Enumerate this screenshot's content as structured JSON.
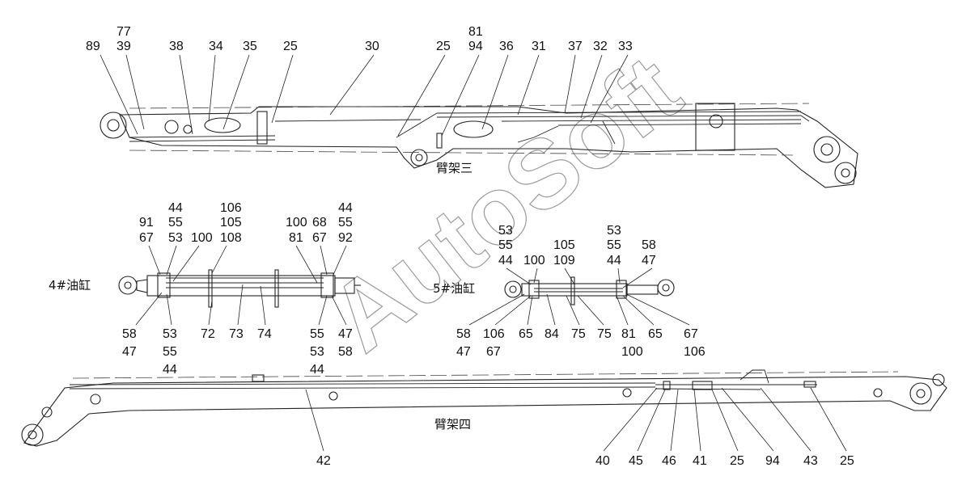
{
  "watermark": "AutoSoft",
  "arm3": {
    "caption": "臂架三",
    "labels": [
      "89",
      "77",
      "39",
      "38",
      "34",
      "35",
      "25",
      "30",
      "25",
      "81",
      "94",
      "36",
      "31",
      "37",
      "32",
      "33"
    ]
  },
  "cyl4": {
    "caption": "4#油缸",
    "labels": [
      "91",
      "67",
      "44",
      "55",
      "53",
      "100",
      "106",
      "105",
      "108",
      "100",
      "81",
      "68",
      "67",
      "44",
      "55",
      "92",
      "58",
      "47",
      "53",
      "55",
      "44",
      "72",
      "73",
      "74",
      "55",
      "53",
      "44",
      "47",
      "58"
    ]
  },
  "cyl5": {
    "caption": "5#油缸",
    "labels": [
      "53",
      "55",
      "44",
      "100",
      "105",
      "109",
      "53",
      "55",
      "44",
      "58",
      "47",
      "58",
      "47",
      "106",
      "67",
      "65",
      "84",
      "75",
      "75",
      "81",
      "100",
      "65",
      "67",
      "106"
    ]
  },
  "arm4": {
    "caption": "臂架四",
    "labels": [
      "42",
      "40",
      "45",
      "46",
      "41",
      "25",
      "94",
      "43",
      "25"
    ]
  }
}
